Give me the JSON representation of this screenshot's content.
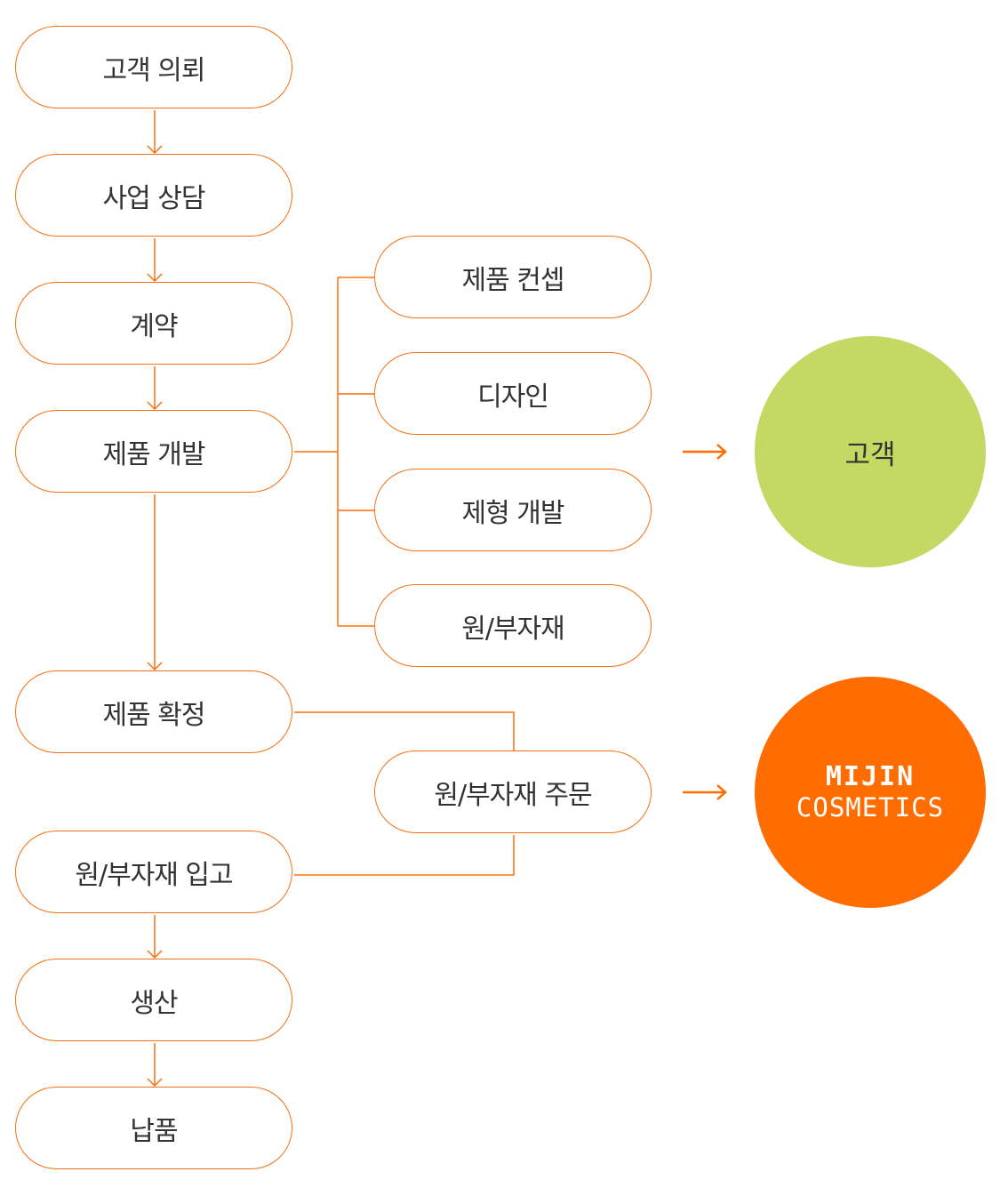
{
  "main_flow": [
    "고객 의뢰",
    "사업 상담",
    "계약",
    "제품 개발",
    "제품 확정",
    "원/부자재 입고",
    "생산",
    "납품"
  ],
  "development_steps": [
    "제품 컨셉",
    "디자인",
    "제형 개발",
    "원/부자재"
  ],
  "order_step": "원/부자재 주문",
  "customer_circle": {
    "label": "고객",
    "color": "#c3d964"
  },
  "company_circle": {
    "line1": "MIJIN",
    "line2": "COSMETICS",
    "color": "#ff6d00"
  },
  "line_color": "#f7700f"
}
